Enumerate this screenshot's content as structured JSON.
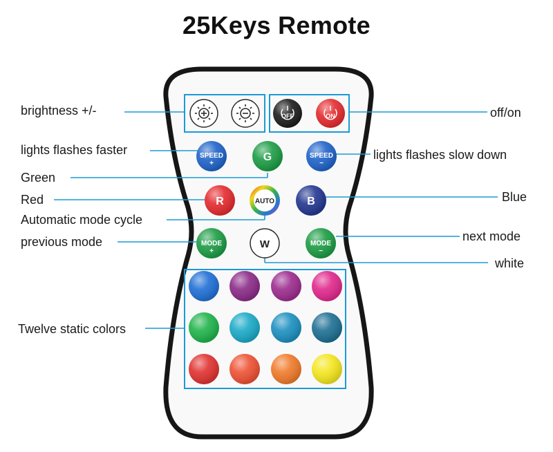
{
  "title": "25Keys Remote",
  "labels": {
    "brightness": "brightness +/-",
    "off_on": "off/on",
    "faster": "lights flashes faster",
    "slower": "lights flashes slow down",
    "green": "Green",
    "red": "Red",
    "blue": "Blue",
    "auto_cycle": "Automatic mode cycle",
    "previous_mode": "previous mode",
    "next_mode": "next mode",
    "white": "white",
    "twelve_colors": "Twelve static colors"
  },
  "buttons": {
    "off": "OFF",
    "on": "ON",
    "speed": "SPEED",
    "plus": "+",
    "minus": "−",
    "green": "G",
    "red": "R",
    "blue": "B",
    "auto": "AUTO",
    "white": "W",
    "mode": "MODE"
  },
  "static_colors": [
    "#1f6fd6",
    "#8a2a88",
    "#9c2b8e",
    "#e0288c",
    "#1fb34a",
    "#1aa9c7",
    "#1b8fc0",
    "#1d6f92",
    "#e0322f",
    "#ee5133",
    "#f07a2a",
    "#f4e61e"
  ],
  "colors": {
    "annotation_line": "#1a9ad6",
    "remote_border": "#161616",
    "speed_blue": "#1f63c9",
    "green_button": "#1c9c44",
    "red_button": "#e42a2e",
    "blue_button": "#22368f"
  }
}
